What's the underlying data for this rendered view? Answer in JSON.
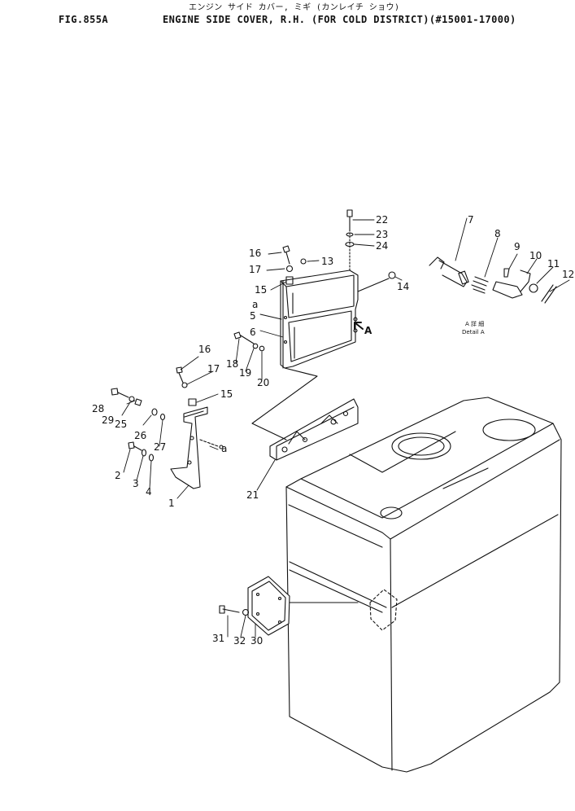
{
  "header": {
    "figure_no": "FIG.855A",
    "japanese_title": "エンジン サイド カバー, ミギ (カンレイチ ショウ)",
    "title": "ENGINE SIDE COVER, R.H. (FOR COLD DISTRICT)(#15001-17000)"
  },
  "detail": {
    "jp": "A 詳 細",
    "en": "Detail A"
  },
  "view_mark": "A",
  "parts": [
    {
      "id": "p1",
      "label": "1"
    },
    {
      "id": "p2",
      "label": "2"
    },
    {
      "id": "p3",
      "label": "3"
    },
    {
      "id": "p4",
      "label": "4"
    },
    {
      "id": "p5",
      "label": "5"
    },
    {
      "id": "p6",
      "label": "6"
    },
    {
      "id": "p7",
      "label": "7"
    },
    {
      "id": "p8",
      "label": "8"
    },
    {
      "id": "p9",
      "label": "9"
    },
    {
      "id": "p10",
      "label": "10"
    },
    {
      "id": "p11",
      "label": "11"
    },
    {
      "id": "p12",
      "label": "12"
    },
    {
      "id": "p13",
      "label": "13"
    },
    {
      "id": "p14",
      "label": "14"
    },
    {
      "id": "p15a",
      "label": "15"
    },
    {
      "id": "p15b",
      "label": "15"
    },
    {
      "id": "p16a",
      "label": "16"
    },
    {
      "id": "p16b",
      "label": "16"
    },
    {
      "id": "p17a",
      "label": "17"
    },
    {
      "id": "p17b",
      "label": "17"
    },
    {
      "id": "p18",
      "label": "18"
    },
    {
      "id": "p19",
      "label": "19"
    },
    {
      "id": "p20",
      "label": "20"
    },
    {
      "id": "p21",
      "label": "21"
    },
    {
      "id": "p22",
      "label": "22"
    },
    {
      "id": "p23",
      "label": "23"
    },
    {
      "id": "p24",
      "label": "24"
    },
    {
      "id": "p25",
      "label": "25"
    },
    {
      "id": "p26",
      "label": "26"
    },
    {
      "id": "p27",
      "label": "27"
    },
    {
      "id": "p28",
      "label": "28"
    },
    {
      "id": "p29",
      "label": "29"
    },
    {
      "id": "p30",
      "label": "30"
    },
    {
      "id": "p31",
      "label": "31"
    },
    {
      "id": "p32",
      "label": "32"
    },
    {
      "id": "pa1",
      "label": "a"
    },
    {
      "id": "pa2",
      "label": "a"
    }
  ]
}
